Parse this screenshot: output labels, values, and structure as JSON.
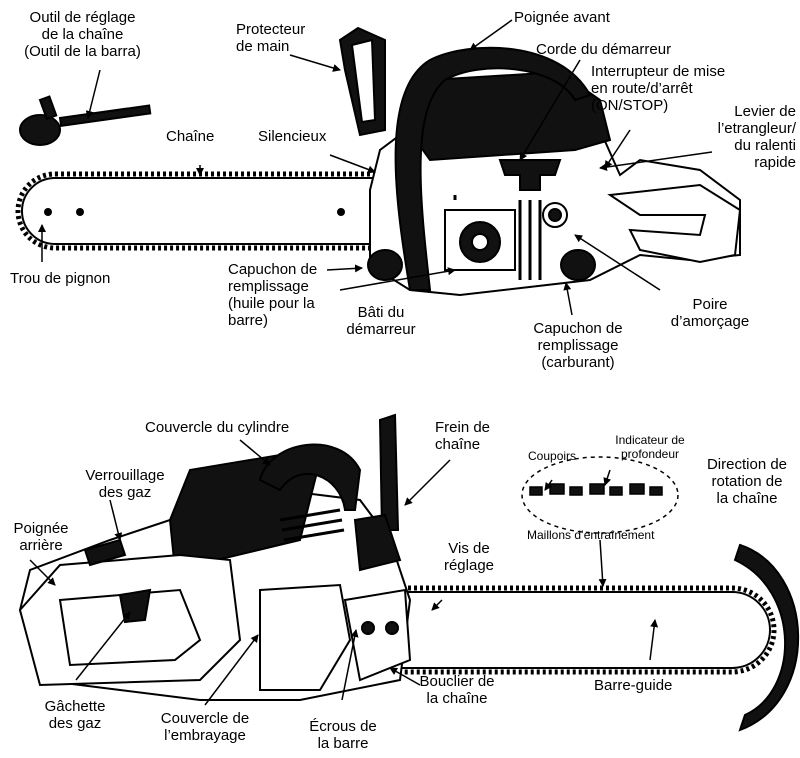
{
  "top": {
    "labels": {
      "outil": "Outil de réglage\nde la chaîne\n(Outil de la barra)",
      "protecteur": "Protecteur\nde main",
      "poignee_avant": "Poignée avant",
      "corde": "Corde du démarreur",
      "interrupteur": "Interrupteur de mise\nen route/d’arrêt\n(ON/STOP)",
      "levier": "Levier de\nl’etrangleur/\ndu ralenti\nrapide",
      "chaine": "Chaîne",
      "silencieux": "Silencieux",
      "trou": "Trou de pignon",
      "cap_huile": "Capuchon de\nremplissage\n(huile pour la\nbarre)",
      "bati": "Bâti du\ndémarreur",
      "cap_carb": "Capuchon de\nremplissage\n(carburant)",
      "poire": "Poire\nd’amorçage"
    }
  },
  "bottom": {
    "labels": {
      "couvercle_cyl": "Couvercle du cylindre",
      "frein": "Frein de\nchaîne",
      "verrou": "Verrouillage\ndes gaz",
      "poignee_arr": "Poignée\narrière",
      "vis": "Vis de\nréglage",
      "coupoirs": "Coupoirs",
      "indicateur": "Indicateur de\nprofondeur",
      "direction": "Direction de\nrotation de\nla chaîne",
      "maillons": "Maillons d’entraînement",
      "gachette": "Gâchette\ndes gaz",
      "couvercle_emb": "Couvercle de\nl’embrayage",
      "ecrous": "Écrous de\nla barre",
      "bouclier": "Bouclier de\nla chaîne",
      "barre": "Barre-guide"
    }
  },
  "colors": {
    "ink": "#000000",
    "paper": "#ffffff",
    "shade": "#1a1a1a",
    "mid": "#c8c8c8"
  }
}
